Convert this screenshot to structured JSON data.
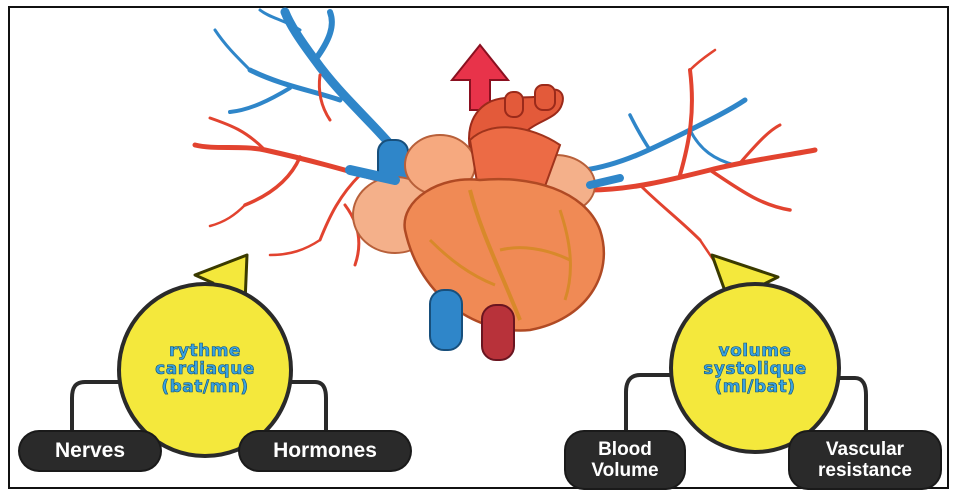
{
  "left_circle": {
    "line1": "rythme",
    "line2": "cardiaque",
    "line3": "(bat/mn)"
  },
  "right_circle": {
    "line1": "volume",
    "line2": "systolique",
    "line3": "(ml/bat)"
  },
  "left_boxes": {
    "a": "Nerves",
    "b": "Hormones"
  },
  "right_boxes": {
    "a_line1": "Blood",
    "a_line2": "Volume",
    "b_line1": "Vascular",
    "b_line2": "resistance"
  },
  "colors": {
    "circle_fill": "#f4e83c",
    "circle_text": "#3aa3df",
    "box_fill": "#2a2a2a",
    "up_arrow": "#e8334a",
    "yellow_arrow": "#f4e83c",
    "artery_red": "#e2432f",
    "vein_blue": "#2f86c9",
    "heart_orange": "#f08a55"
  }
}
